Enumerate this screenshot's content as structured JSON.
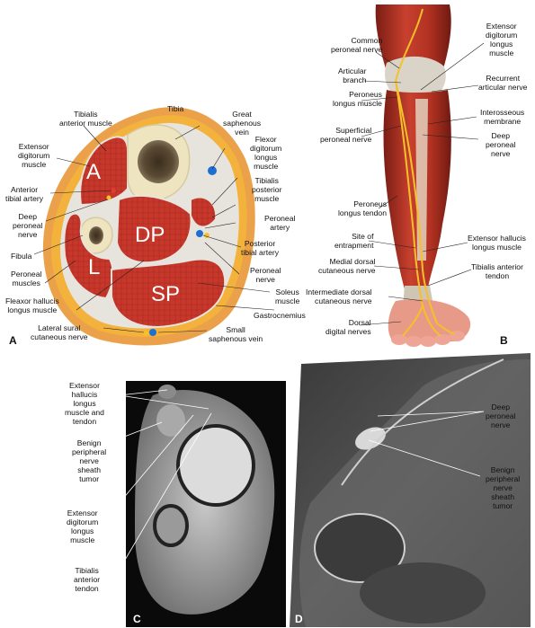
{
  "panels": {
    "A": {
      "letter": "A",
      "regions": {
        "anterior": "A",
        "deep_posterior": "DP",
        "lateral": "L",
        "superficial_posterior": "SP"
      },
      "labels": {
        "tibia": "Tibia",
        "great_saphenous_vein": "Great\nsaphenous\nvein",
        "tibialis_anterior": "Tibialis\nanterior muscle",
        "extensor_digitorum": "Extensor\ndigitorum\nmuscle",
        "anterior_tibial_artery": "Anterior\ntibial artery",
        "deep_peroneal_nerve": "Deep\nperoneal\nnerve",
        "fibula": "Fibula",
        "peroneal_muscles": "Peroneal\nmuscles",
        "fhl": "Fleaxor hallucis\nlongus muscle",
        "lateral_sural": "Lateral sural\ncutaneous nerve",
        "fdl": "Flexor\ndigitorum\nlongus\nmuscle",
        "tibialis_posterior": "Tibialis\nposterior\nmuscle",
        "peroneal_artery": "Peroneal\nartery",
        "posterior_tibial_artery": "Posterior\ntibial artery",
        "peroneal_nerve": "Peroneal\nnerve",
        "soleus": "Soleus\nmuscle",
        "gastrocnemius": "Gastrocnemius",
        "small_saphenous": "Small\nsaphenous vein"
      }
    },
    "B": {
      "letter": "B",
      "labels": {
        "common_peroneal": "Common\nperoneal nerve",
        "articular_branch": "Articular\nbranch",
        "peroneus_longus_muscle": "Peroneus\nlongus muscle",
        "superficial_peroneal": "Superficial\nperoneal nerve",
        "peroneus_longus_tendon": "Peroneus\nlongus tendon",
        "site_entrapment": "Site of\nentrapment",
        "medial_dorsal": "Medial dorsal\ncutaneous nerve",
        "intermediate_dorsal": "Intermediate dorsal\ncutaneous nerve",
        "dorsal_digital": "Dorsal\ndigital nerves",
        "edl": "Extensor\ndigitorum\nlongus\nmuscle",
        "recurrent_articular": "Recurrent\narticular nerve",
        "interosseous": "Interosseous\nmembrane",
        "deep_peroneal": "Deep\nperoneal\nnerve",
        "ehl": "Extensor hallucis\nlongus muscle",
        "ta_tendon": "Tibialis anterior\ntendon"
      }
    },
    "C": {
      "letter": "C",
      "labels": {
        "ehl_tendon": "Extensor\nhallucis\nlongus\nmuscle and\ntendon",
        "benign": "Benign\nperipheral\nnerve\nsheath\ntumor",
        "edl": "Extensor\ndigitorum\nlongus\nmuscle",
        "ta_tendon": "Tibialis\nanterior\ntendon"
      }
    },
    "D": {
      "letter": "D",
      "labels": {
        "deep_peroneal": "Deep\nperoneal\nnerve",
        "benign": "Benign\nperipheral\nnerve\nsheath\ntumor"
      }
    }
  },
  "colors": {
    "muscle": "#c8372b",
    "muscle_dark": "#9e2418",
    "fascia": "#e7e4de",
    "fat": "#f3b23c",
    "skin": "#eba14a",
    "bone": "#eee4c0",
    "marrow": "#4a3c2a",
    "nerve": "#f5c12a",
    "vein": "#1f6fd0"
  }
}
